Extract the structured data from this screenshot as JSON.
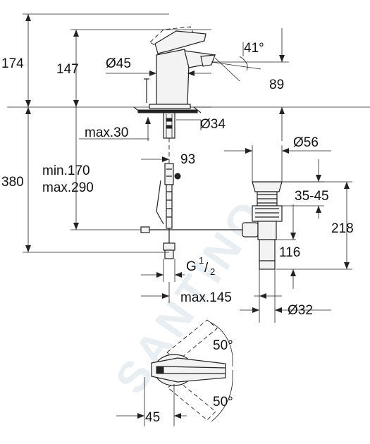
{
  "watermark": "SANTINO",
  "dimensions": {
    "d174": "174",
    "d147": "147",
    "d45": "Ø45",
    "d41": "41°",
    "d89": "89",
    "d34": "Ø34",
    "max30": "max.30",
    "d93": "93",
    "d56": "Ø56",
    "d380": "380",
    "min170": "min.170",
    "max290": "max.290",
    "d3545": "35-45",
    "d218": "218",
    "d116": "116",
    "g": "G",
    "g_num": "1",
    "g_den": "2",
    "max145": "max.145",
    "d32": "Ø32",
    "a50top": "50°",
    "a50bot": "50°",
    "d45b": "45"
  }
}
